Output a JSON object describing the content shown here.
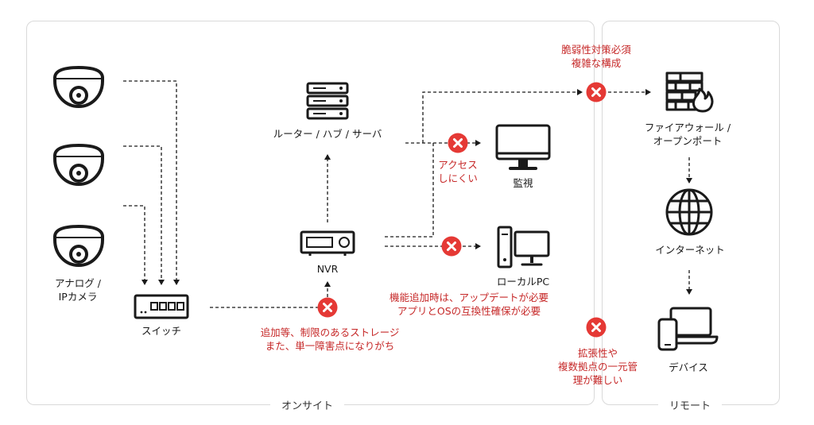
{
  "zones": {
    "onsite": "オンサイト",
    "remote": "リモート"
  },
  "nodes": {
    "camera": "アナログ /\nIPカメラ",
    "switch": "スイッチ",
    "nvr": "NVR",
    "router": "ルーター / ハブ / サーバ",
    "monitor": "監視",
    "local_pc": "ローカルPC",
    "firewall": "ファイアウォール /\nオープンポート",
    "internet": "インターネット",
    "devices": "デバイス"
  },
  "issues": {
    "access": "アクセス\nしにくい",
    "vulnerability": "脆弱性対策必須\n複雑な構成",
    "local_pc": "機能追加時は、アップデートが必要\nアプリとOSの互換性確保が必要",
    "storage": "追加等、制限のあるストレージ\nまた、単一障害点になりがち",
    "scalability": "拡張性や\n複数拠点の一元管\n理が難しい"
  },
  "colors": {
    "warning": "#e53935",
    "warning_text": "#c62828",
    "line": "#1a1a1a",
    "zone_border": "#d9d9d9"
  },
  "icons": {
    "camera": "dome-camera-icon",
    "switch": "network-switch-icon",
    "nvr": "video-recorder-icon",
    "router": "server-rack-icon",
    "monitor": "monitor-icon",
    "local_pc": "desktop-pc-icon",
    "firewall": "firewall-icon",
    "internet": "globe-icon",
    "devices": "mobile-laptop-icon",
    "issue": "error-x-icon"
  }
}
